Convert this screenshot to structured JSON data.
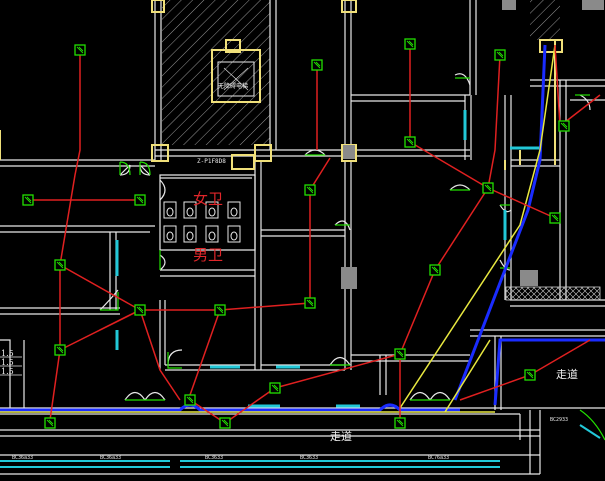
{
  "drawing": {
    "labels": {
      "womens_restroom": "女卫",
      "mens_restroom": "男卫",
      "corridor_main": "走道",
      "corridor_right": "走道",
      "elevator_room": "无障碍电梯",
      "shaft_tag": "Z-P1F8D8",
      "side_values": [
        "1.5",
        "1.5",
        "1.5"
      ],
      "right_tag": "BC2933",
      "bottom_tags": [
        "BC36a33",
        "BC36a33",
        "BC3633",
        "BC3633",
        "BC76a33"
      ]
    },
    "colors": {
      "background": "#000000",
      "wall": "#e8e8e8",
      "column": "#f0e07a",
      "device": "#22e000",
      "red_link": "#e02020",
      "yellow_link": "#e8e840",
      "blue_link": "#1a2cff",
      "window": "#22c8d8",
      "red_text": "#e0262a"
    },
    "device_symbol": "smoke-detector-icon"
  }
}
